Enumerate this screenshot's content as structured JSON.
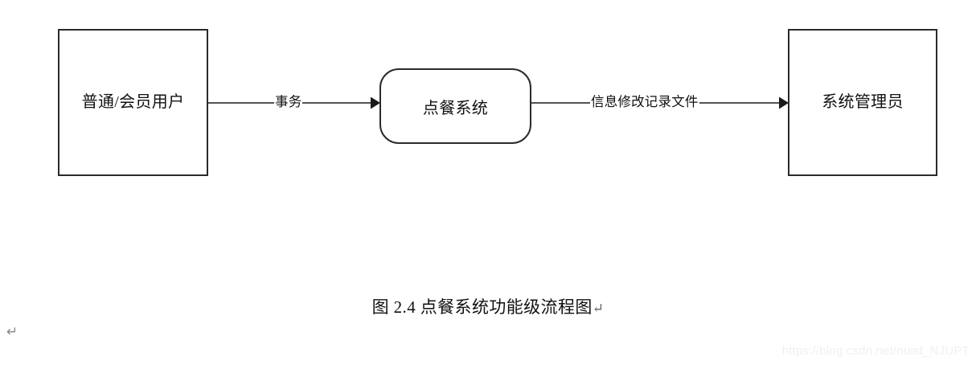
{
  "diagram": {
    "type": "data-flow-diagram",
    "stroke_color": "#2b2b2b",
    "background_color": "#ffffff",
    "nodes": [
      {
        "id": "entity-user",
        "shape": "rectangle",
        "role": "external-entity",
        "label": "普通/会员用户"
      },
      {
        "id": "process-order-system",
        "shape": "rounded-rectangle",
        "role": "process",
        "label": "点餐系统"
      },
      {
        "id": "entity-admin",
        "shape": "rectangle",
        "role": "external-entity",
        "label": "系统管理员"
      }
    ],
    "flows": [
      {
        "id": "flow-transaction",
        "from": "entity-user",
        "to": "process-order-system",
        "label": "事务",
        "direction": "right"
      },
      {
        "id": "flow-record-file",
        "from": "process-order-system",
        "to": "entity-admin",
        "label": "信息修改记录文件",
        "direction": "right"
      }
    ]
  },
  "caption": {
    "text": "图 2.4  点餐系统功能级流程图",
    "return_mark": "↵"
  },
  "paragraph_mark": "↵",
  "watermark": {
    "text": "https://blog.csdn.net/nuist_NJUPT",
    "color": "#f0f0f0"
  }
}
